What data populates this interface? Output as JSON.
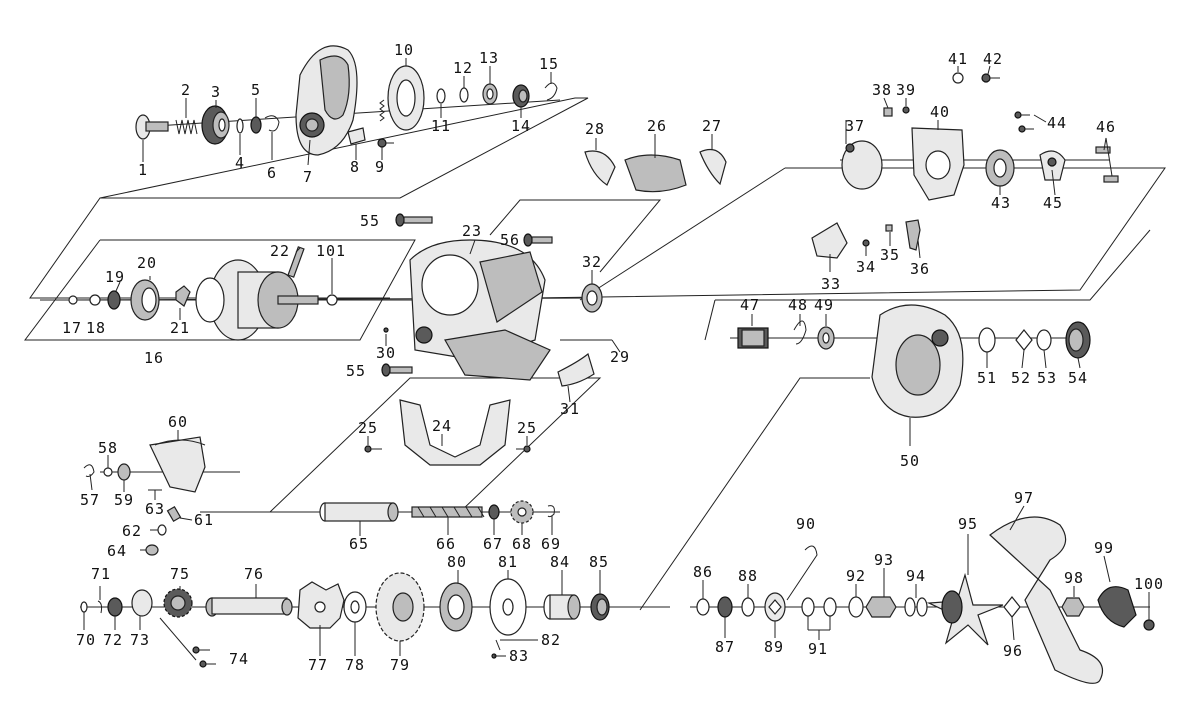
{
  "parts": {
    "p1": "1",
    "p2": "2",
    "p3": "3",
    "p4": "4",
    "p5": "5",
    "p6": "6",
    "p7": "7",
    "p8": "8",
    "p9": "9",
    "p10": "10",
    "p11": "11",
    "p12": "12",
    "p13": "13",
    "p14": "14",
    "p15": "15",
    "p16": "16",
    "p17": "17",
    "p18": "18",
    "p19": "19",
    "p20": "20",
    "p21": "21",
    "p22": "22",
    "p23": "23",
    "p24": "24",
    "p25a": "25",
    "p25b": "25",
    "p26": "26",
    "p27": "27",
    "p28": "28",
    "p29": "29",
    "p30": "30",
    "p31": "31",
    "p32": "32",
    "p33": "33",
    "p34": "34",
    "p35": "35",
    "p36": "36",
    "p37": "37",
    "p38": "38",
    "p39": "39",
    "p40": "40",
    "p41": "41",
    "p42": "42",
    "p43": "43",
    "p44": "44",
    "p45": "45",
    "p46": "46",
    "p47": "47",
    "p48": "48",
    "p49": "49",
    "p50": "50",
    "p51": "51",
    "p52": "52",
    "p53": "53",
    "p54": "54",
    "p55a": "55",
    "p55b": "55",
    "p56": "56",
    "p57": "57",
    "p58": "58",
    "p59": "59",
    "p60": "60",
    "p61": "61",
    "p62": "62",
    "p63": "63",
    "p64": "64",
    "p65": "65",
    "p66": "66",
    "p67": "67",
    "p68": "68",
    "p69": "69",
    "p70": "70",
    "p71": "71",
    "p72": "72",
    "p73": "73",
    "p74": "74",
    "p75": "75",
    "p76": "76",
    "p77": "77",
    "p78": "78",
    "p79": "79",
    "p80": "80",
    "p81": "81",
    "p82": "82",
    "p83": "83",
    "p84": "84",
    "p85": "85",
    "p86": "86",
    "p87": "87",
    "p88": "88",
    "p89": "89",
    "p90": "90",
    "p91": "91",
    "p92": "92",
    "p93": "93",
    "p94": "94",
    "p95": "95",
    "p96": "96",
    "p97": "97",
    "p98": "98",
    "p99": "99",
    "p100": "100",
    "p101": "101"
  }
}
